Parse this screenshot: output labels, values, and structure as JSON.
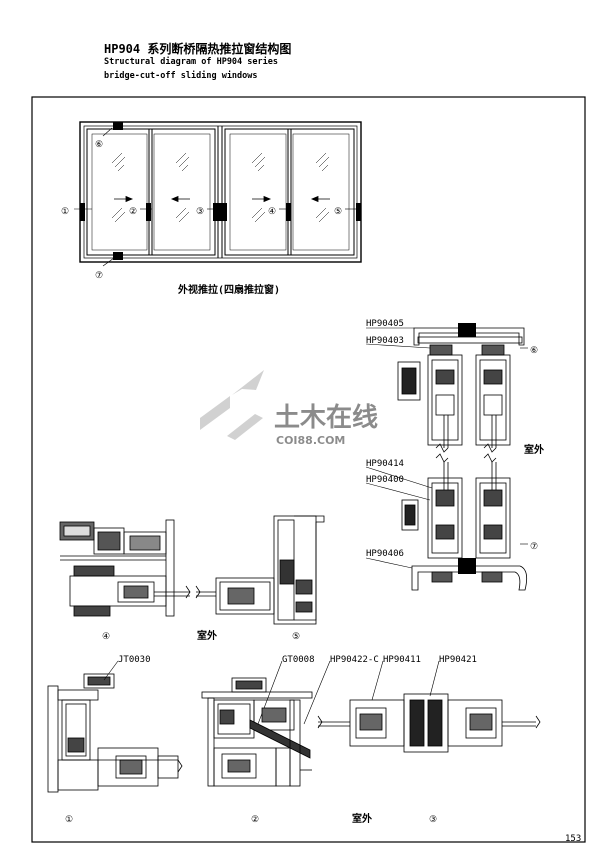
{
  "header": {
    "title": "HP904  系列断桥隔热推拉窗结构图",
    "subtitle_1": "Structural diagram of HP904 series",
    "subtitle_2": "bridge-cut-off sliding windows"
  },
  "elevation": {
    "caption": "外视推拉(四扇推拉窗)",
    "callouts": [
      "①",
      "②",
      "③",
      "④",
      "⑤",
      "⑥",
      "⑦"
    ]
  },
  "vertical_section": {
    "part_labels": [
      "HP90405",
      "HP90403",
      "HP90414",
      "HP90400",
      "HP90406"
    ],
    "exterior_label": "室外",
    "callouts": [
      "⑥",
      "⑦"
    ]
  },
  "mid_sections": {
    "exterior_label": "室外",
    "callouts": [
      "④",
      "⑤"
    ]
  },
  "bottom_sections": {
    "part_labels": [
      "JT0030",
      "GT0008",
      "HP90422-C",
      "HP90411",
      "HP90421"
    ],
    "exterior_label": "室外",
    "callouts": [
      "①",
      "②",
      "③"
    ]
  },
  "watermark": {
    "brand": "土木在线",
    "url": "COI88.COM"
  },
  "page_number": "153"
}
